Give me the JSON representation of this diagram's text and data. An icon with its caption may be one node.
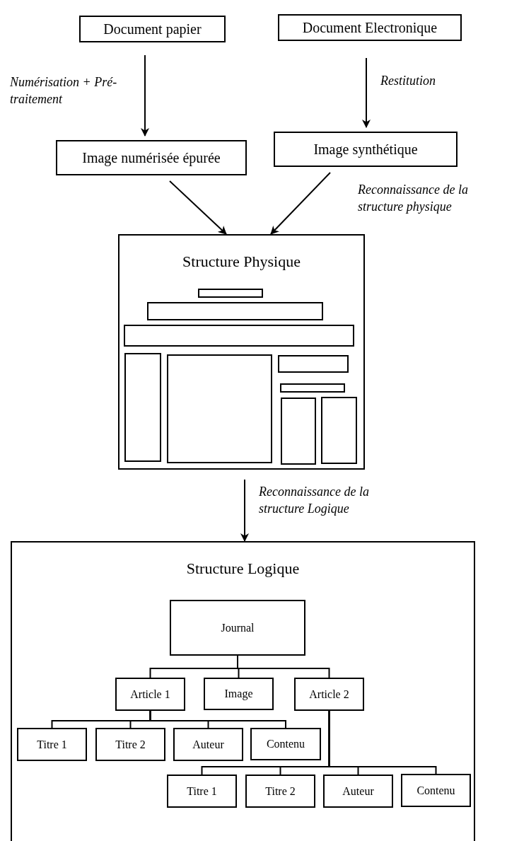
{
  "diagram": {
    "nodes": [
      {
        "text": [
          "Document papier"
        ]
      },
      {
        "text": [
          "Document Electronique"
        ]
      },
      {
        "text": [
          "Image numérisée épurée"
        ]
      },
      {
        "text": [
          "Image synthétique"
        ]
      },
      {
        "text": [
          "Structure Physique"
        ]
      },
      {
        "text": [],
        "shape": "box",
        "in": 4
      },
      {
        "text": [],
        "shape": "box",
        "in": 4
      },
      {
        "text": [],
        "shape": "box",
        "in": 4
      },
      {
        "text": [],
        "shape": "box",
        "in": 4
      },
      {
        "text": [],
        "shape": "box",
        "in": 4
      },
      {
        "text": [],
        "shape": "box",
        "in": 4
      },
      {
        "text": [],
        "shape": "box",
        "in": 4
      },
      {
        "text": [],
        "shape": "box",
        "in": 4
      },
      {
        "text": [],
        "shape": "box",
        "in": 4
      },
      {
        "text": [
          "Structure Logique"
        ]
      },
      {
        "text": [
          "Journal"
        ],
        "in": 14
      },
      {
        "text": [
          "Article 1"
        ],
        "in": 14
      },
      {
        "text": [
          "Image"
        ],
        "in": 14
      },
      {
        "text": [
          "Article 2"
        ],
        "in": 14
      },
      {
        "text": [
          "Titre 1"
        ],
        "in": 14
      },
      {
        "text": [
          "Titre 2"
        ],
        "in": 14
      },
      {
        "text": [
          "Auteur"
        ],
        "in": 14
      },
      {
        "text": [
          "Contenu"
        ],
        "in": 14
      },
      {
        "text": [
          "Titre 1"
        ],
        "in": 14
      },
      {
        "text": [
          "Titre 2"
        ],
        "in": 14
      },
      {
        "text": [
          "Auteur"
        ],
        "in": 14
      },
      {
        "text": [
          "Contenu"
        ],
        "in": 14
      }
    ],
    "edges": [
      {
        "from": 0,
        "to": 2,
        "arrow": "to",
        "label": "Numérisation + Pré-traitement"
      },
      {
        "from": 1,
        "to": 3,
        "arrow": "to",
        "label": "Restitution"
      },
      {
        "from": 2,
        "to": 4,
        "arrow": "to"
      },
      {
        "from": 3,
        "to": 4,
        "arrow": "to",
        "label": "Reconnaissance de la structure physique"
      },
      {
        "from": 4,
        "to": 14,
        "arrow": "to",
        "label": "Reconnaissance de la structure Logique"
      },
      {
        "from": 15,
        "to": 16,
        "arrow": "none"
      },
      {
        "from": 15,
        "to": 17,
        "arrow": "none"
      },
      {
        "from": 15,
        "to": 18,
        "arrow": "none"
      },
      {
        "from": 16,
        "to": 19,
        "arrow": "none"
      },
      {
        "from": 16,
        "to": 20,
        "arrow": "none"
      },
      {
        "from": 16,
        "to": 21,
        "arrow": "none"
      },
      {
        "from": 16,
        "to": 22,
        "arrow": "none"
      },
      {
        "from": 18,
        "to": 23,
        "arrow": "none"
      },
      {
        "from": 18,
        "to": 24,
        "arrow": "none"
      },
      {
        "from": 18,
        "to": 25,
        "arrow": "none"
      },
      {
        "from": 18,
        "to": 26,
        "arrow": "none"
      }
    ]
  }
}
